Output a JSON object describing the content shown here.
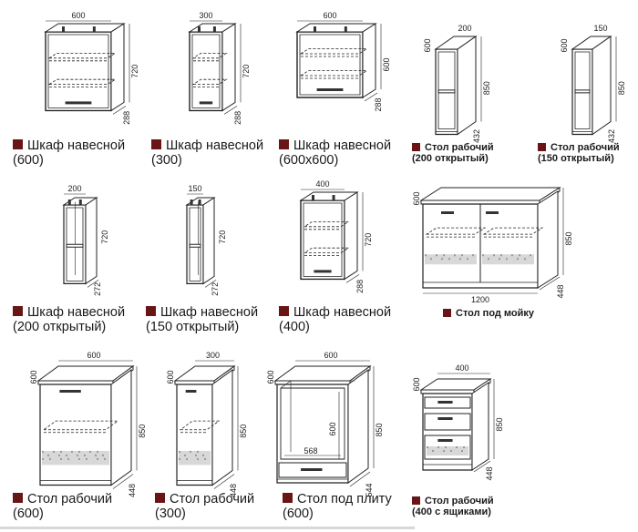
{
  "items": [
    {
      "key": "w600",
      "type": "wall",
      "w": 600,
      "h": 720,
      "d": 288,
      "shelves": 2,
      "hinge": "right",
      "handle": "bottom",
      "caption": [
        "Шкаф навесной",
        "(600)"
      ],
      "capSize": "big",
      "dims": [
        "600",
        "720",
        "288"
      ]
    },
    {
      "key": "w300",
      "type": "wall",
      "w": 300,
      "h": 720,
      "d": 288,
      "shelves": 2,
      "hinge": "right",
      "handle": "bottom",
      "caption": [
        "Шкаф навесной",
        "(300)"
      ],
      "capSize": "big",
      "dims": [
        "300",
        "720",
        "288"
      ]
    },
    {
      "key": "w600x600",
      "type": "wall",
      "w": 600,
      "h": 600,
      "d": 288,
      "shelves": 2,
      "hinge": "right",
      "handle": "bottom",
      "caption": [
        "Шкаф навесной",
        "(600x600)"
      ],
      "capSize": "big",
      "dims": [
        "600",
        "600",
        "288"
      ]
    },
    {
      "key": "t200",
      "type": "opentable",
      "w": 200,
      "h": 850,
      "d": 432,
      "shelves": 1,
      "caption": [
        "Стол рабочий",
        "(200 открытый)"
      ],
      "capSize": "small",
      "dims": [
        "600",
        "200",
        "850",
        "432"
      ]
    },
    {
      "key": "t150",
      "type": "opentable",
      "w": 150,
      "h": 850,
      "d": 432,
      "shelves": 1,
      "caption": [
        "Стол рабочий",
        "(150 открытый)"
      ],
      "capSize": "small",
      "dims": [
        "600",
        "150",
        "850",
        "432"
      ]
    },
    {
      "key": "w200o",
      "type": "openwall",
      "w": 200,
      "h": 720,
      "d": 272,
      "shelves": 1,
      "caption": [
        "Шкаф навесной",
        "(200 открытый)"
      ],
      "capSize": "big",
      "dims": [
        "200",
        "720",
        "272"
      ]
    },
    {
      "key": "w150o",
      "type": "openwall",
      "w": 150,
      "h": 720,
      "d": 272,
      "shelves": 1,
      "caption": [
        "Шкаф навесной",
        "(150 открытый)"
      ],
      "capSize": "big",
      "dims": [
        "150",
        "720",
        "272"
      ]
    },
    {
      "key": "w400",
      "type": "wall",
      "w": 400,
      "h": 720,
      "d": 288,
      "shelves": 2,
      "hinge": "right",
      "handle": "bottom",
      "caption": [
        "Шкаф навесной",
        "(400)"
      ],
      "capSize": "big",
      "dims": [
        "400",
        "720",
        "288"
      ]
    },
    {
      "key": "sink",
      "type": "sink",
      "w": 1200,
      "h": 850,
      "d": 448,
      "caption": [
        "Стол под мойку"
      ],
      "capSize": "small",
      "dims": [
        "600",
        "1200",
        "850",
        "448"
      ]
    },
    {
      "key": "t600",
      "type": "base",
      "w": 600,
      "h": 850,
      "d": 448,
      "caption": [
        "Стол рабочий",
        "(600)"
      ],
      "capSize": "big",
      "dims": [
        "600",
        "600",
        "850",
        "448"
      ]
    },
    {
      "key": "t300",
      "type": "base",
      "w": 300,
      "h": 850,
      "d": 448,
      "caption": [
        "Стол рабочий",
        "(300)"
      ],
      "capSize": "big",
      "dims": [
        "600",
        "300",
        "850",
        "448"
      ]
    },
    {
      "key": "oven",
      "type": "oven",
      "w": 600,
      "h": 850,
      "d": 544,
      "caption": [
        "Стол под плиту",
        "(600)"
      ],
      "capSize": "big",
      "dims": [
        "600",
        "600",
        "850",
        "544",
        "600",
        "568"
      ]
    },
    {
      "key": "t400d",
      "type": "drawers",
      "w": 400,
      "h": 850,
      "d": 448,
      "caption": [
        "Стол рабочий",
        "(400 с ящиками)"
      ],
      "capSize": "small",
      "dims": [
        "600",
        "400",
        "850",
        "448"
      ]
    }
  ],
  "colors": {
    "line": "#222222",
    "bullet": "#6a1515",
    "handle": "#333333",
    "texture": "#9a9a9a"
  }
}
